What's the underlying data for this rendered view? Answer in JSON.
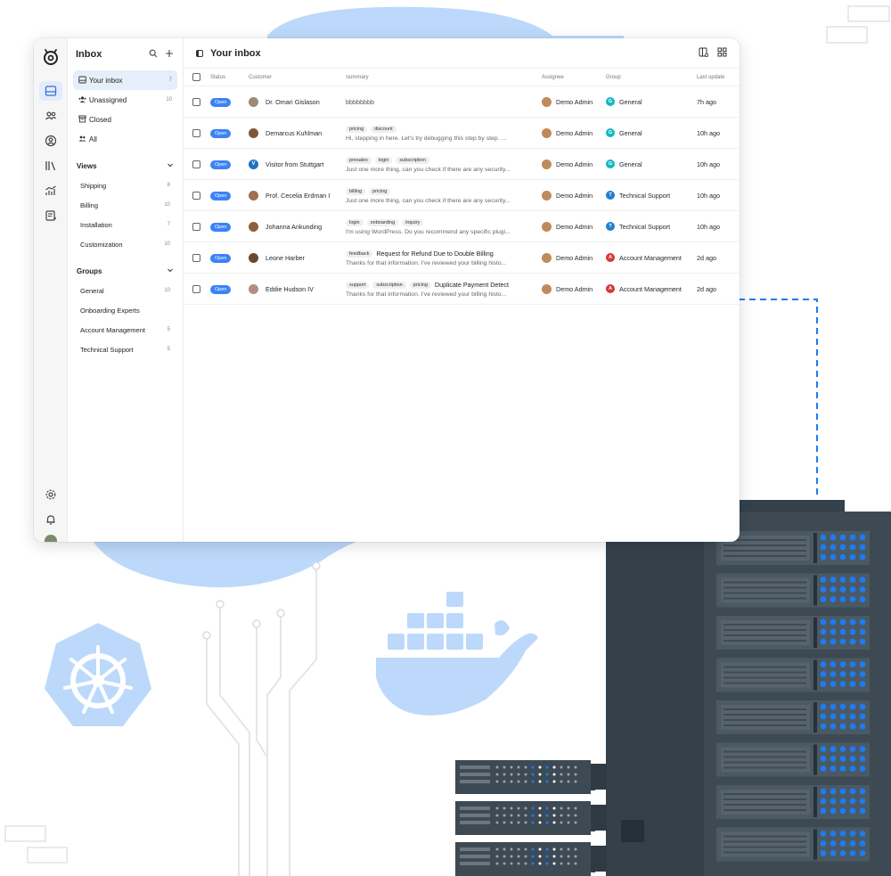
{
  "colors": {
    "accent": "#3b82f6",
    "blob": "#bcd9fb",
    "server": "#3d4a54",
    "led": "#1e7bf0"
  },
  "panel": {
    "title": "Inbox",
    "search_icon": "search-icon",
    "add_icon": "plus-icon",
    "items": [
      {
        "label": "Your inbox",
        "count": "7",
        "icon": "inbox-icon"
      },
      {
        "label": "Unassigned",
        "count": "10",
        "icon": "group-icon"
      },
      {
        "label": "Closed",
        "count": "",
        "icon": "archive-icon"
      },
      {
        "label": "All",
        "count": "",
        "icon": "users-icon"
      }
    ],
    "views_title": "Views",
    "views": [
      {
        "label": "Shipping",
        "count": "8"
      },
      {
        "label": "Billing",
        "count": "10"
      },
      {
        "label": "Installation",
        "count": "7"
      },
      {
        "label": "Customization",
        "count": "10"
      }
    ],
    "groups_title": "Groups",
    "groups": [
      {
        "label": "General",
        "count": "10"
      },
      {
        "label": "Onboarding Experts",
        "count": ""
      },
      {
        "label": "Account Management",
        "count": "5"
      },
      {
        "label": "Technical Support",
        "count": "5"
      }
    ]
  },
  "main": {
    "title": "Your inbox",
    "columns": {
      "status": "Status",
      "customer": "Customer",
      "summary": "Summary",
      "assignee": "Assignee",
      "group": "Group",
      "updated": "Last update"
    },
    "rows": [
      {
        "status": "Open",
        "customer": "Dr. Omari Gislason",
        "avatar_color": "#9c8a7a",
        "tags": [],
        "subject": "",
        "preview": "bbbbbbbb",
        "assignee": "Demo Admin",
        "group": "General",
        "group_letter": "G",
        "group_color": "#14b8c4",
        "updated": "7h ago"
      },
      {
        "status": "Open",
        "customer": "Demarcus Kuhlman",
        "avatar_color": "#7a5a3a",
        "tags": [
          "pricing",
          "discount"
        ],
        "subject": "",
        "preview": "Hi, stepping in here. Let's try debugging this step by step. ...",
        "assignee": "Demo Admin",
        "group": "General",
        "group_letter": "G",
        "group_color": "#14b8c4",
        "updated": "10h ago"
      },
      {
        "status": "Open",
        "customer": "Visitor from Stuttgart",
        "avatar_color": "#1d72c2",
        "avatar_letter": "V",
        "tags": [
          "presales",
          "login",
          "subscription"
        ],
        "subject": "",
        "preview": "Just one more thing, can you check if there are any security...",
        "assignee": "Demo Admin",
        "group": "General",
        "group_letter": "G",
        "group_color": "#14b8c4",
        "updated": "10h ago"
      },
      {
        "status": "Open",
        "customer": "Prof. Cecelia Erdman I",
        "avatar_color": "#a07050",
        "tags": [
          "billing",
          "pricing"
        ],
        "subject": "",
        "preview": "Just one more thing, can you check if there are any security...",
        "assignee": "Demo Admin",
        "group": "Technical Support",
        "group_letter": "T",
        "group_color": "#1f7fd0",
        "updated": "10h ago"
      },
      {
        "status": "Open",
        "customer": "Johanna Ankunding",
        "avatar_color": "#8a6040",
        "tags": [
          "login",
          "onboarding",
          "inquiry"
        ],
        "subject": "",
        "preview": "I'm using WordPress. Do you recommend any specific plugi...",
        "assignee": "Demo Admin",
        "group": "Technical Support",
        "group_letter": "T",
        "group_color": "#1f7fd0",
        "updated": "10h ago"
      },
      {
        "status": "Open",
        "customer": "Leone Harber",
        "avatar_color": "#6a4a30",
        "tags": [
          "feedback"
        ],
        "subject": "Request for Refund Due to Double Billing",
        "preview": "Thanks for that information. I've reviewed your billing histo...",
        "assignee": "Demo Admin",
        "group": "Account Management",
        "group_letter": "A",
        "group_color": "#d93636",
        "updated": "2d ago"
      },
      {
        "status": "Open",
        "customer": "Eddie Hudson IV",
        "avatar_color": "#b09080",
        "tags": [
          "support",
          "subscription",
          "pricing"
        ],
        "subject": "Duplicate Payment Detect",
        "preview": "Thanks for that information. I've reviewed your billing histo...",
        "assignee": "Demo Admin",
        "group": "Account Management",
        "group_letter": "A",
        "group_color": "#d93636",
        "updated": "2d ago"
      }
    ]
  }
}
